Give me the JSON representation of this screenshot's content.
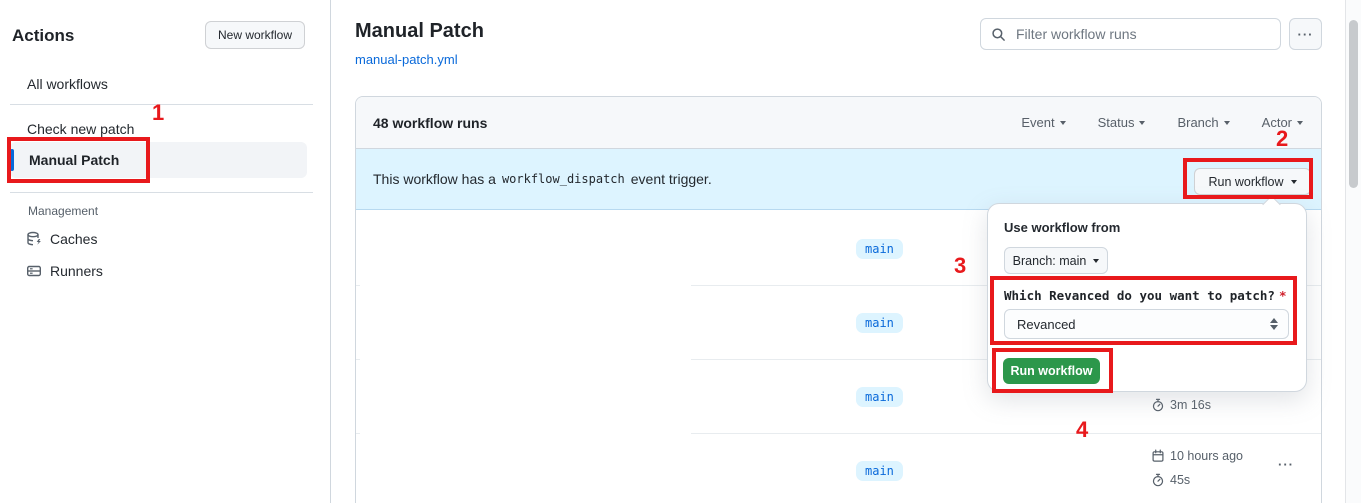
{
  "colors": {
    "annotation_red": "#e8191c",
    "accent_blue": "#0969da",
    "banner_blue": "#ddf4ff",
    "button_green": "#2c974b",
    "top_accent_orange": "#f78166"
  },
  "sidebar": {
    "title": "Actions",
    "new_workflow_button": "New workflow",
    "all_workflows": "All workflows",
    "workflows": [
      {
        "label": "Check new patch",
        "selected": false
      },
      {
        "label": "Manual Patch",
        "selected": true
      }
    ],
    "management_label": "Management",
    "management_items": [
      {
        "label": "Caches",
        "icon": "cache-icon"
      },
      {
        "label": "Runners",
        "icon": "runners-icon"
      }
    ]
  },
  "header": {
    "title": "Manual Patch",
    "file_link": "manual-patch.yml",
    "filter_placeholder": "Filter workflow runs",
    "kebab": "···"
  },
  "runs_table": {
    "count_label": "48 workflow runs",
    "filters": [
      "Event",
      "Status",
      "Branch",
      "Actor"
    ],
    "banner": {
      "text_before": "This workflow has a",
      "code": "workflow_dispatch",
      "text_after": "event trigger.",
      "run_workflow_button": "Run workflow"
    },
    "rows": [
      {
        "branch": "main"
      },
      {
        "branch": "main"
      },
      {
        "branch": "main",
        "duration": "3m 16s"
      },
      {
        "branch": "main",
        "time": "10 hours ago",
        "duration": "45s",
        "kebab": "···"
      }
    ]
  },
  "run_dialog": {
    "use_workflow_from": "Use workflow from",
    "branch_button": "Branch: main",
    "input_label": "Which Revanced do you want to patch?",
    "required_mark": "*",
    "select_value": "Revanced",
    "run_button": "Run workflow"
  },
  "annotations": {
    "one": "1",
    "two": "2",
    "three": "3",
    "four": "4"
  }
}
